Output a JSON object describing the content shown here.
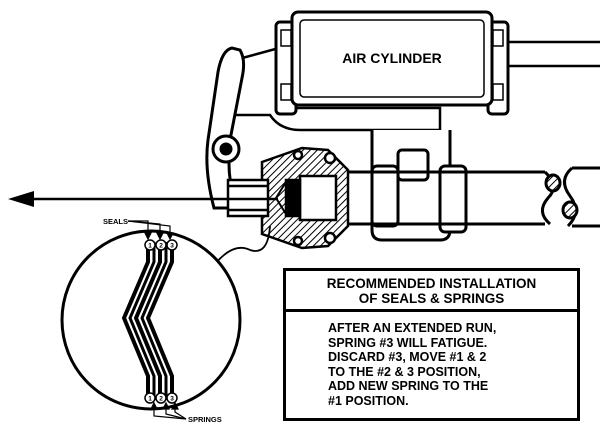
{
  "labels": {
    "air_cylinder": "AIR CYLINDER",
    "seals": "SEALS",
    "springs": "SPRINGS"
  },
  "markers": [
    "1",
    "2",
    "3"
  ],
  "note": {
    "title_lines": [
      "RECOMMENDED INSTALLATION",
      "OF SEALS & SPRINGS"
    ],
    "body_lines": [
      "AFTER AN EXTENDED RUN,",
      "SPRING #3 WILL FATIGUE.",
      "DISCARD #3, MOVE #1 & 2",
      "TO THE #2 & 3 POSITION,",
      "ADD NEW SPRING TO THE",
      "#1 POSITION."
    ]
  }
}
